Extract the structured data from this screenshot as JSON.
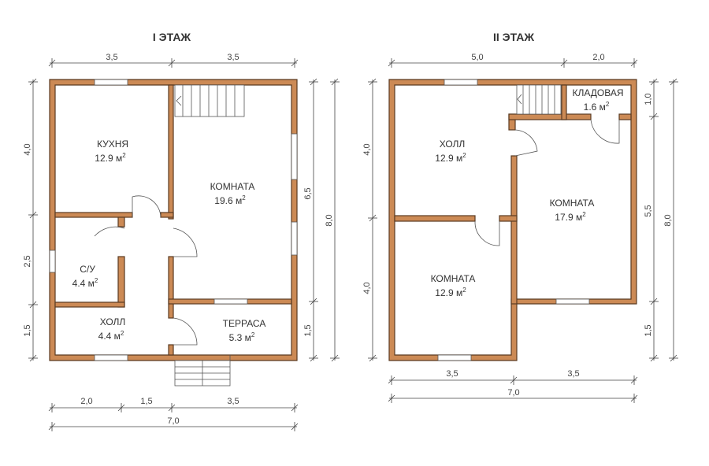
{
  "floor1": {
    "title": "I ЭТАЖ",
    "rooms": [
      {
        "name": "КУХНЯ",
        "area": "12.9 м",
        "sup": "2"
      },
      {
        "name": "КОМНАТА",
        "area": "19.6 м",
        "sup": "2"
      },
      {
        "name": "С/У",
        "area": "4.4 м",
        "sup": "2"
      },
      {
        "name": "ХОЛЛ",
        "area": "4.4 м",
        "sup": "2"
      },
      {
        "name": "ТЕРРАСА",
        "area": "5.3 м",
        "sup": "2"
      }
    ],
    "dims": {
      "top_left": "3,5",
      "top_right": "3,5",
      "bottom_a": "2,0",
      "bottom_b": "1,5",
      "bottom_c": "3,5",
      "bottom_total": "7,0",
      "left_a": "4,0",
      "left_b": "2,5",
      "left_c": "1,5",
      "right_a": "6,5",
      "right_b": "1,5",
      "right_total": "8,0"
    }
  },
  "floor2": {
    "title": "II ЭТАЖ",
    "rooms": [
      {
        "name": "КЛАДОВАЯ",
        "area": "1.6 м",
        "sup": "2"
      },
      {
        "name": "ХОЛЛ",
        "area": "12.9 м",
        "sup": "2"
      },
      {
        "name": "КОМНАТА",
        "area": "17.9 м",
        "sup": "2"
      },
      {
        "name": "КОМНАТА",
        "area": "12.9 м",
        "sup": "2"
      }
    ],
    "dims": {
      "top_left": "5,0",
      "top_right": "2,0",
      "bottom_a": "3,5",
      "bottom_b": "3,5",
      "bottom_total": "7,0",
      "left_a": "4,0",
      "left_b": "4,0",
      "right_a": "1,0",
      "right_b": "5,5",
      "right_c": "1,5",
      "right_total": "8,0"
    }
  }
}
